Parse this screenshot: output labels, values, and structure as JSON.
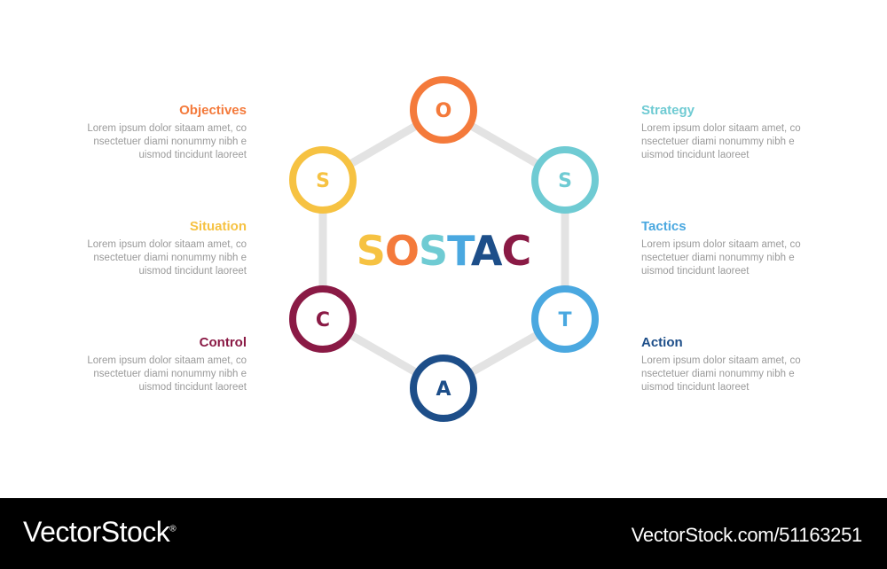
{
  "center_title": [
    "S",
    "O",
    "S",
    "T",
    "A",
    "C"
  ],
  "nodes": [
    {
      "letter": "O",
      "color": "#f47a3b"
    },
    {
      "letter": "S",
      "color": "#6fcbd3"
    },
    {
      "letter": "T",
      "color": "#4aa8e0"
    },
    {
      "letter": "A",
      "color": "#1d4e89"
    },
    {
      "letter": "C",
      "color": "#8a1a45"
    },
    {
      "letter": "S",
      "color": "#f6c242"
    }
  ],
  "title_colors": [
    "#f6c242",
    "#f47a3b",
    "#6fcbd3",
    "#4aa8e0",
    "#1d4e89",
    "#8a1a45"
  ],
  "labels": {
    "objectives": {
      "title": "Objectives",
      "color": "#f47a3b",
      "text": "Lorem ipsum dolor sitaam amet, co nsectetuer diami nonummy nibh e uismod tincidunt laoreet"
    },
    "situation": {
      "title": "Situation",
      "color": "#f6c242",
      "text": "Lorem ipsum dolor sitaam amet, co nsectetuer diami nonummy nibh e uismod tincidunt laoreet"
    },
    "control": {
      "title": "Control",
      "color": "#8a1a45",
      "text": "Lorem ipsum dolor sitaam amet, co nsectetuer diami nonummy nibh e uismod tincidunt laoreet"
    },
    "strategy": {
      "title": "Strategy",
      "color": "#6fcbd3",
      "text": "Lorem ipsum dolor sitaam amet, co nsectetuer diami nonummy nibh e uismod tincidunt laoreet"
    },
    "tactics": {
      "title": "Tactics",
      "color": "#4aa8e0",
      "text": "Lorem ipsum dolor sitaam amet, co nsectetuer diami nonummy nibh e uismod tincidunt laoreet"
    },
    "action": {
      "title": "Action",
      "color": "#1d4e89",
      "text": "Lorem ipsum dolor sitaam amet, co nsectetuer diami nonummy nibh e uismod tincidunt laoreet"
    }
  },
  "footer": {
    "logo": "VectorStock",
    "logo_mark": "®",
    "image_id": "VectorStock.com/51163251"
  }
}
